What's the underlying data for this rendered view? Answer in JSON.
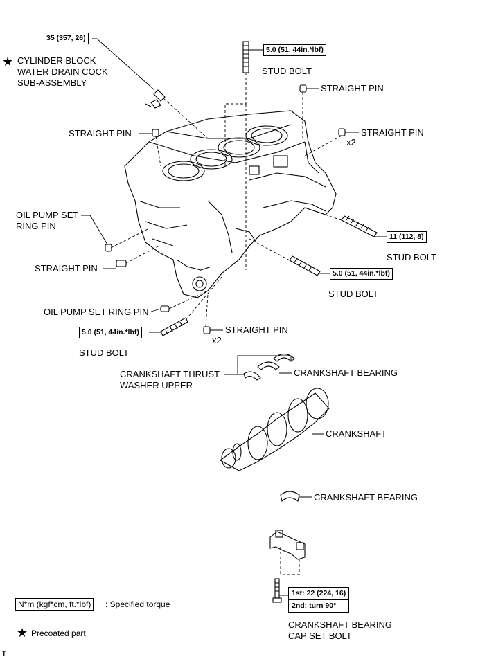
{
  "labels": {
    "drain_cock": "CYLINDER BLOCK\nWATER DRAIN COCK\nSUB-ASSEMBLY",
    "stud_bolt_top": "STUD BOLT",
    "straight_pin_top_right": "STRAIGHT PIN",
    "straight_pin_right": "STRAIGHT PIN",
    "x2_right": "x2",
    "straight_pin_left": "STRAIGHT PIN",
    "oil_pump_ring_pin_left": "OIL PUMP SET\nRING PIN",
    "straight_pin_left_low": "STRAIGHT PIN",
    "stud_bolt_right": "STUD BOLT",
    "stud_bolt_mid": "STUD BOLT",
    "oil_pump_ring_pin_low": "OIL PUMP SET RING PIN",
    "straight_pin_bottom": "STRAIGHT PIN",
    "x2_bottom": "x2",
    "stud_bolt_left": "STUD BOLT",
    "thrust_washer": "CRANKSHAFT THRUST\nWASHER UPPER",
    "crank_bearing_upper": "CRANKSHAFT BEARING",
    "crankshaft": "CRANKSHAFT",
    "crank_bearing_lower": "CRANKSHAFT BEARING",
    "cap_set_bolt": "CRANKSHAFT BEARING\nCAP SET BOLT"
  },
  "torques": {
    "drain_cock": "35 (357, 26)",
    "stud_top": "5.0 (51, 44in.*lbf)",
    "stud_right": "11 (112, 8)",
    "stud_mid": "5.0 (51, 44in.*lbf)",
    "stud_left": "5.0 (51, 44in.*lbf)",
    "cap_bolt_1st": "1st: 22 (224, 16)",
    "cap_bolt_2nd": "2nd: turn 90°"
  },
  "legend": {
    "torque_unit": "N*m (kgf*cm, ft.*lbf)",
    "torque_text": ": Specified torque",
    "precoated_text": "Precoated part",
    "star_symbol": "★"
  },
  "corner_mark": "T"
}
